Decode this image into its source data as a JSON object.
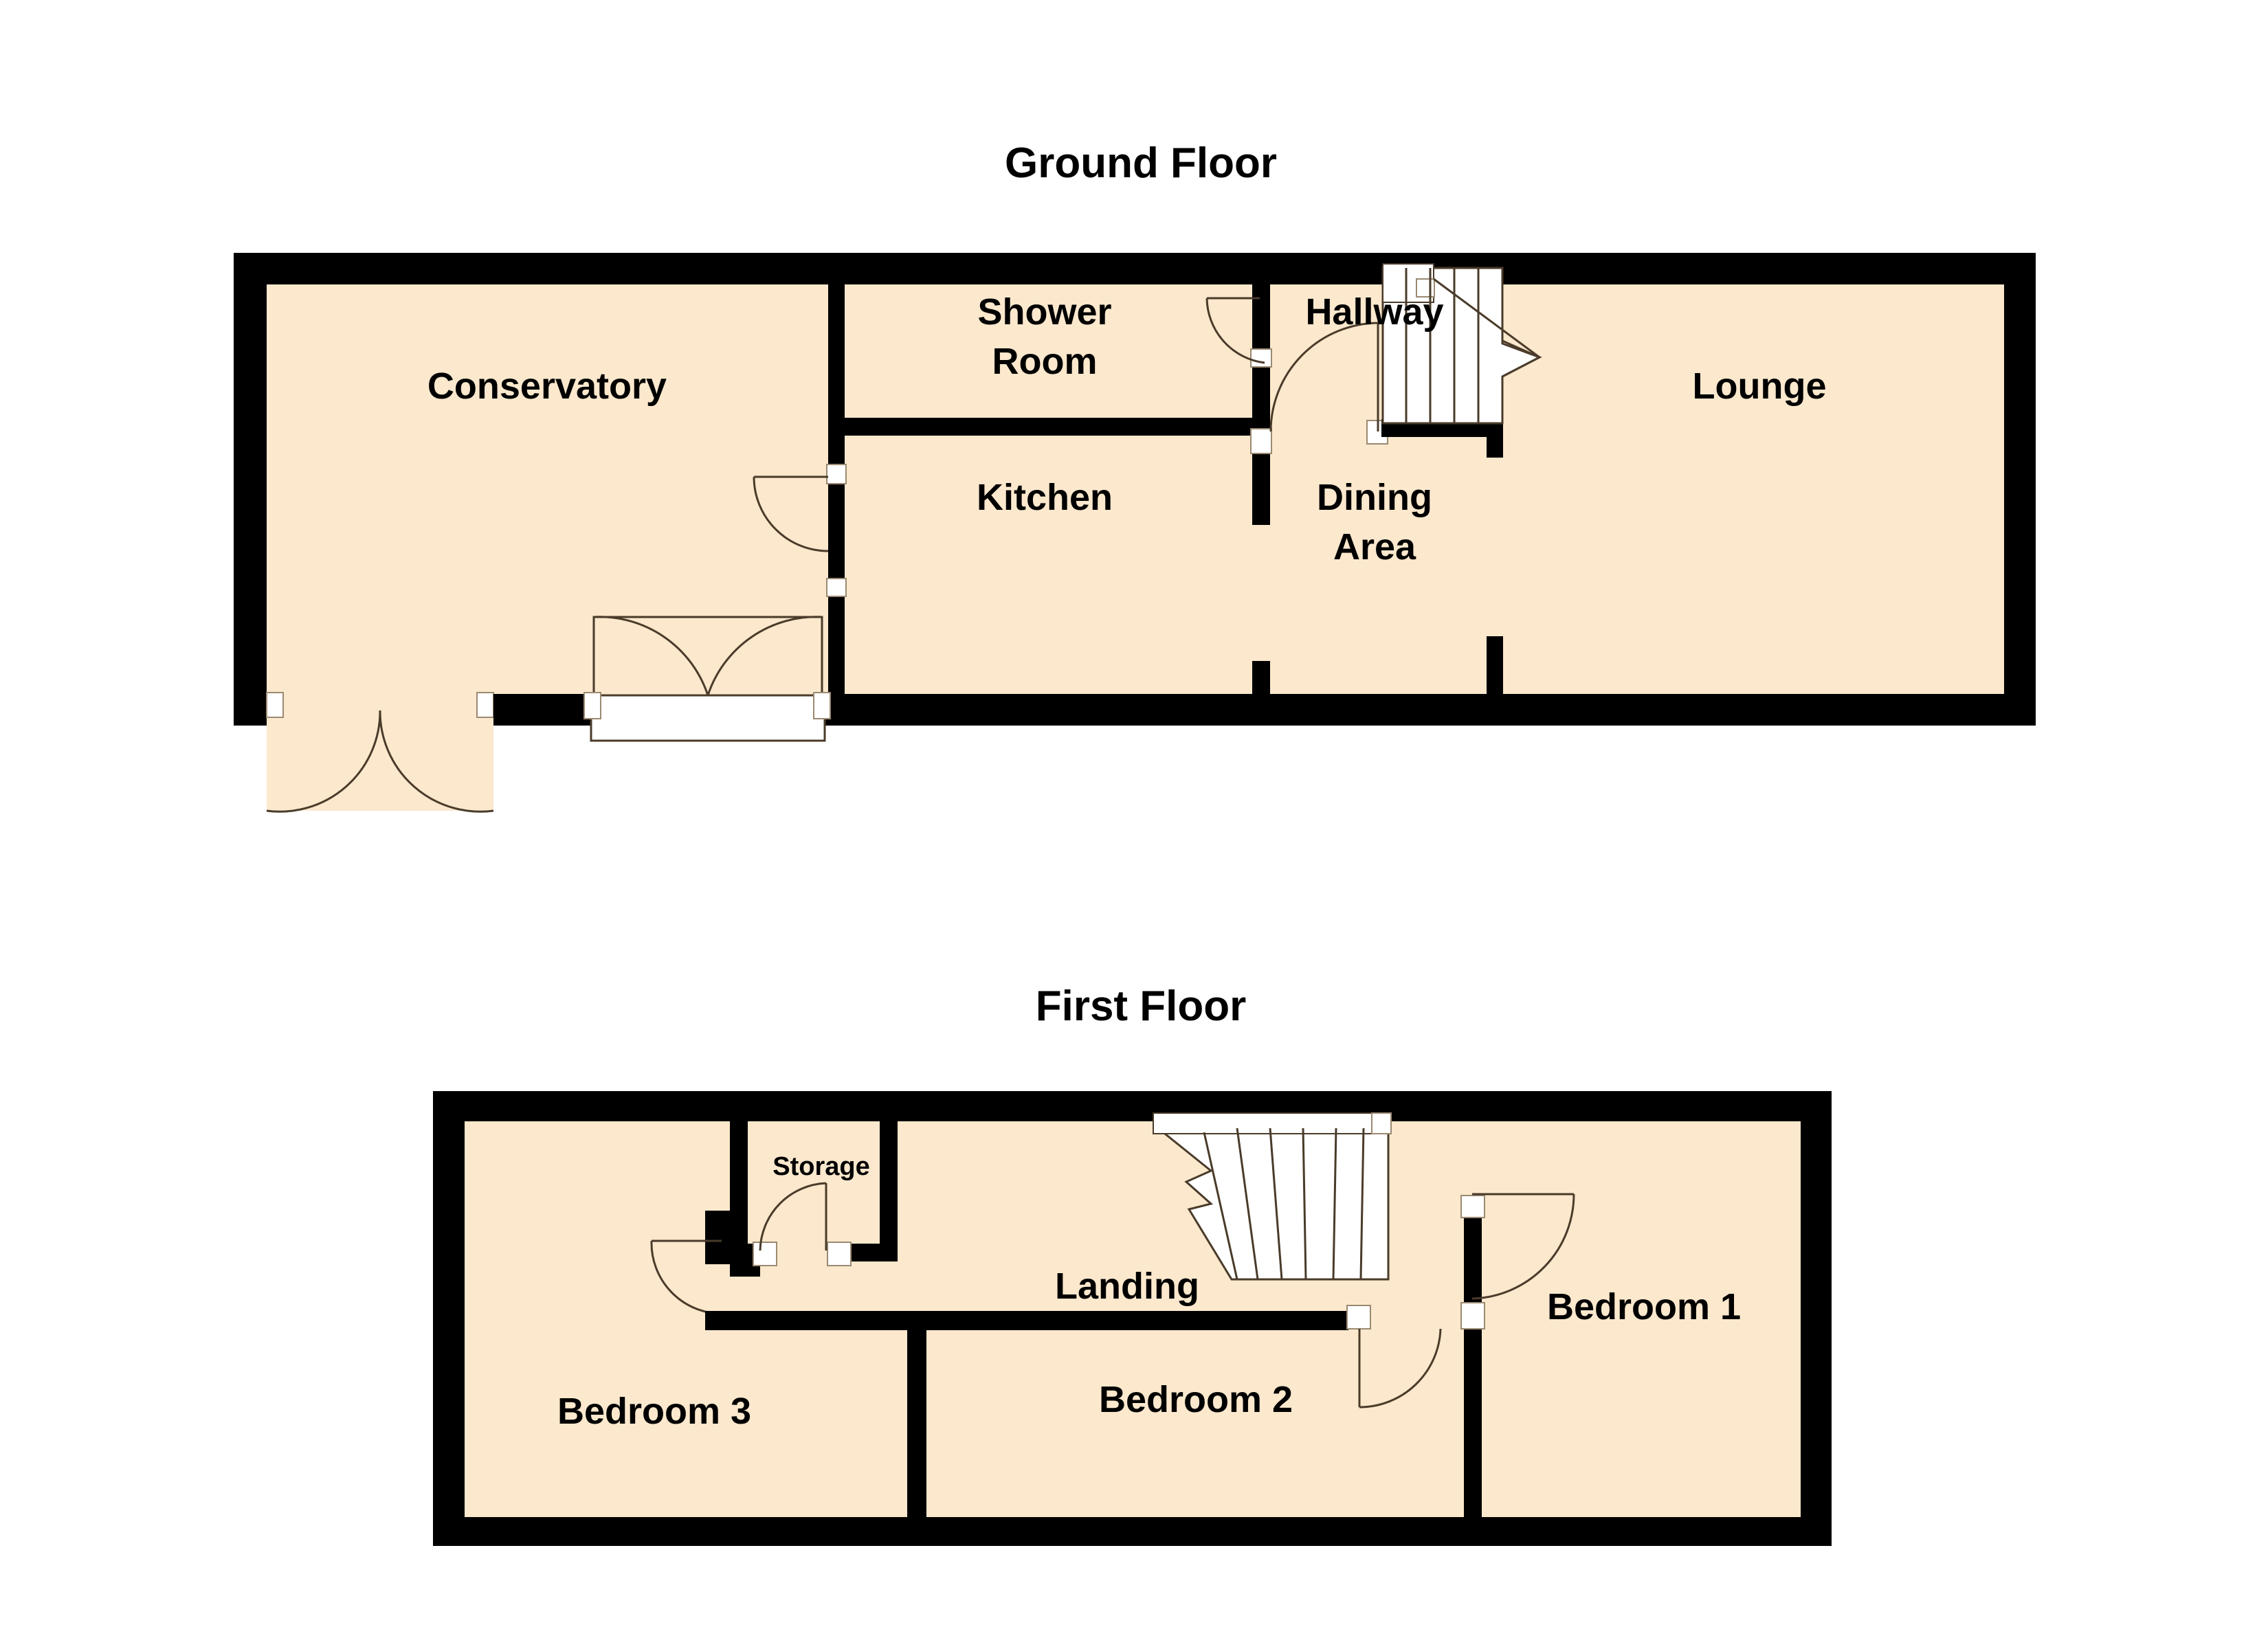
{
  "page": {
    "background_color": "#ffffff",
    "wall_color": "#000000",
    "room_fill_color": "#fbe8cd",
    "door_line_color": "#4a3b2a"
  },
  "floors": [
    {
      "id": "ground",
      "title": "Ground Floor",
      "rooms": [
        {
          "id": "conservatory",
          "label": "Conservatory"
        },
        {
          "id": "shower-room",
          "label": "Shower\nRoom",
          "line1": "Shower",
          "line2": "Room"
        },
        {
          "id": "hallway",
          "label": "Hallway"
        },
        {
          "id": "lounge",
          "label": "Lounge"
        },
        {
          "id": "kitchen",
          "label": "Kitchen"
        },
        {
          "id": "dining-area",
          "label": "Dining\nArea",
          "line1": "Dining",
          "line2": "Area"
        }
      ],
      "features": [
        {
          "id": "ground-staircase",
          "name": "staircase",
          "steps": 5,
          "direction": "up"
        },
        {
          "id": "conservatory-double-doors",
          "name": "double-doors"
        },
        {
          "id": "french-doors",
          "name": "french-doors"
        }
      ]
    },
    {
      "id": "first",
      "title": "First Floor",
      "rooms": [
        {
          "id": "storage",
          "label": "Storage"
        },
        {
          "id": "landing",
          "label": "Landing"
        },
        {
          "id": "bedroom-1",
          "label": "Bedroom 1"
        },
        {
          "id": "bedroom-2",
          "label": "Bedroom 2"
        },
        {
          "id": "bedroom-3",
          "label": "Bedroom 3"
        }
      ],
      "features": [
        {
          "id": "first-staircase",
          "name": "staircase",
          "steps": 6,
          "direction": "down"
        }
      ]
    }
  ]
}
